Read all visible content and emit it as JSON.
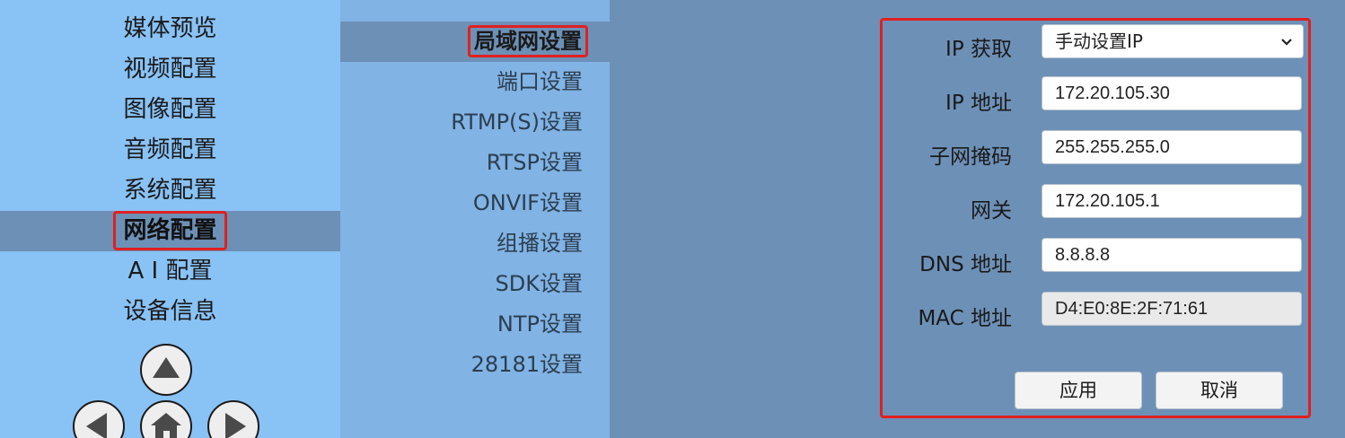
{
  "main_menu": {
    "items": [
      {
        "label": "媒体预览"
      },
      {
        "label": "视频配置"
      },
      {
        "label": "图像配置"
      },
      {
        "label": "音频配置"
      },
      {
        "label": "系统配置"
      },
      {
        "label": "网络配置"
      },
      {
        "label": "A I 配置"
      },
      {
        "label": "设备信息"
      }
    ],
    "active_index": 5
  },
  "ptz": {
    "icons": [
      "up-arrow-icon",
      "left-arrow-icon",
      "home-icon",
      "right-arrow-icon"
    ]
  },
  "sub_menu": {
    "items": [
      {
        "label": "局域网设置"
      },
      {
        "label": "端口设置"
      },
      {
        "label": "RTMP(S)设置"
      },
      {
        "label": "RTSP设置"
      },
      {
        "label": "ONVIF设置"
      },
      {
        "label": "组播设置"
      },
      {
        "label": "SDK设置"
      },
      {
        "label": "NTP设置"
      },
      {
        "label": "28181设置"
      }
    ],
    "active_index": 0
  },
  "lan_form": {
    "ip_mode": {
      "label": "IP 获取",
      "value": "手动设置IP"
    },
    "ip_address": {
      "label": "IP 地址",
      "value": "172.20.105.30"
    },
    "subnet_mask": {
      "label": "子网掩码",
      "value": "255.255.255.0"
    },
    "gateway": {
      "label": "网关",
      "value": "172.20.105.1"
    },
    "dns": {
      "label": "DNS 地址",
      "value": "8.8.8.8"
    },
    "mac": {
      "label": "MAC 地址",
      "value": "D4:E0:8E:2F:71:61"
    },
    "apply_label": "应用",
    "cancel_label": "取消"
  },
  "colors": {
    "left_menu_bg": "#89c2f5",
    "sub_menu_bg": "#81b3e4",
    "content_bg": "#6d90b6",
    "highlight_border": "#e02020"
  }
}
